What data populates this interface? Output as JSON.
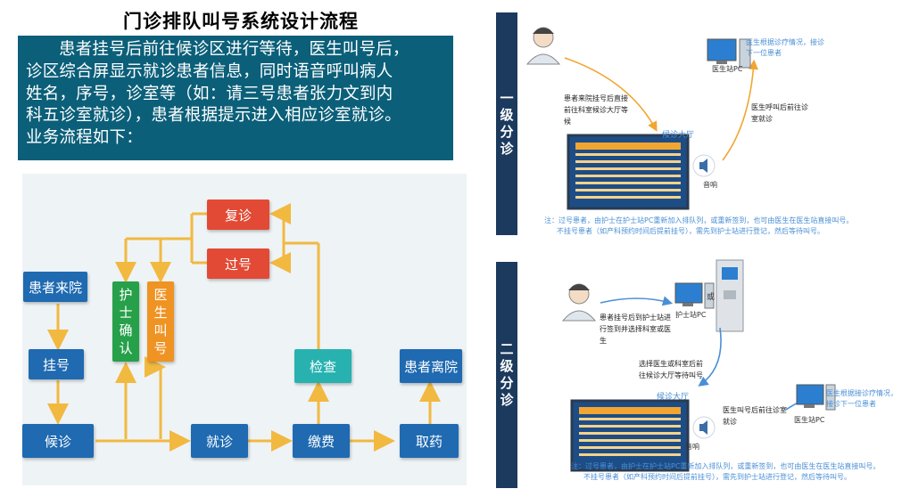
{
  "title": "门诊排队叫号系统设计流程",
  "intro": {
    "line1": "患者挂号后前往候诊区进行等待，医生叫号后，",
    "line2": "诊区综合屏显示就诊患者信息，同时语音呼叫病人",
    "line3": "姓名，序号，诊室等（如：请三号患者张力文到内",
    "line4": "科五诊室就诊），患者根据提示进入相应诊室就诊。",
    "line5": "业务流程如下："
  },
  "flow": {
    "patient_arrive": "患者来院",
    "register": "挂号",
    "wait": "候诊",
    "nurse_confirm": [
      "护",
      "士",
      "确",
      "认"
    ],
    "doctor_call": [
      "医",
      "生",
      "叫",
      "号"
    ],
    "revisit": "复诊",
    "passed_number": "过号",
    "consult": "就诊",
    "exam": "检查",
    "pay": "缴费",
    "pharmacy": "取药",
    "patient_leave": "患者离院"
  },
  "level1": {
    "band": [
      "一",
      "级",
      "分",
      "诊"
    ],
    "patient_text": "患者来院挂号后直接前往科室候诊大厅等候",
    "hall_label": "候诊大厅",
    "sound_label": "音响",
    "pc_label": "医生站PC",
    "doctor_note": "医生根据诊疗情况，接诊下一位患者",
    "call_text": "医生呼叫后前往诊室就诊",
    "note1": "注：过号患者，由护士在护士站PC重新加入排队列，或重新签到，也可由医生在医生站直接叫号。",
    "note2": "不挂号患者（如产科预约时间后提前挂号），需先到护士站进行登记，然后等待叫号。"
  },
  "level2": {
    "band": [
      "二",
      "级",
      "分",
      "诊"
    ],
    "nurse_pc_label": "护士站PC",
    "or_label": "或",
    "patient_text": "患者挂号后到护士站进行签到并选择科室或医生",
    "select_text": "选择医生或科室后前往候诊大厅等待叫号",
    "hall_label": "候诊大厅",
    "sound_label": "音响",
    "call_text": "医生叫号后前往诊室就诊",
    "pc_label": "医生站PC",
    "doctor_note": "医生根据接诊疗情况，接诊下一位患者",
    "note1": "注：过号患者，由护士在护士站PC重新加入排队列，或重新签到，也可由医生在医生站直接叫号。",
    "note2": "不挂号患者（如产科预约时间后提前挂号），需先到护士站进行登记，然后等待叫号。"
  },
  "colors": {
    "intro_bg": "#0b5f79",
    "flow_blue": "#1f6ab1",
    "flow_red": "#e24a35",
    "flow_green": "#27a04a",
    "flow_orange": "#ef9323",
    "flow_teal": "#27b2b0",
    "arrow": "#f2b940",
    "band_bar": "#1c3a5e"
  }
}
